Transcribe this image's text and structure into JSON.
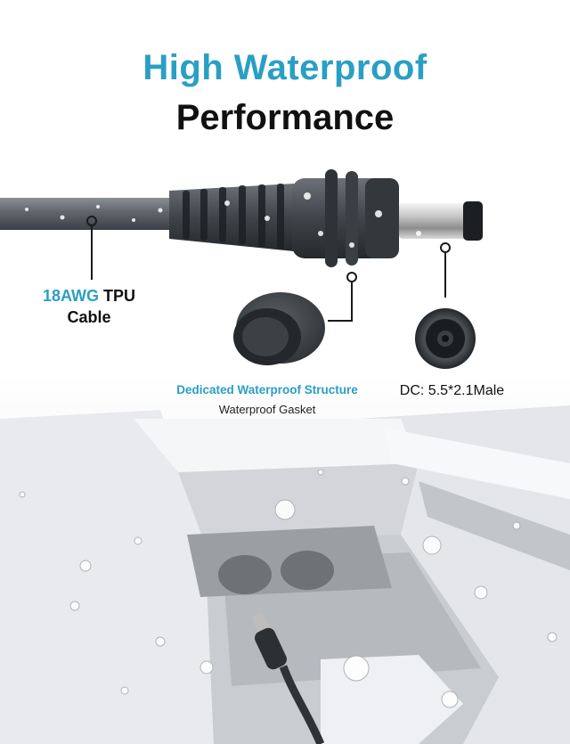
{
  "title": {
    "line1": "High Waterproof",
    "line2": "Performance"
  },
  "labels": {
    "cable_accent": "18AWG",
    "cable_rest": " TPU",
    "cable_line2": "Cable",
    "structure": "Dedicated Waterproof Structure",
    "gasket": "Waterproof Gasket",
    "dc": "DC: 5.5*2.1Male"
  },
  "colors": {
    "accent": "#2a9fc4",
    "text": "#111111"
  }
}
